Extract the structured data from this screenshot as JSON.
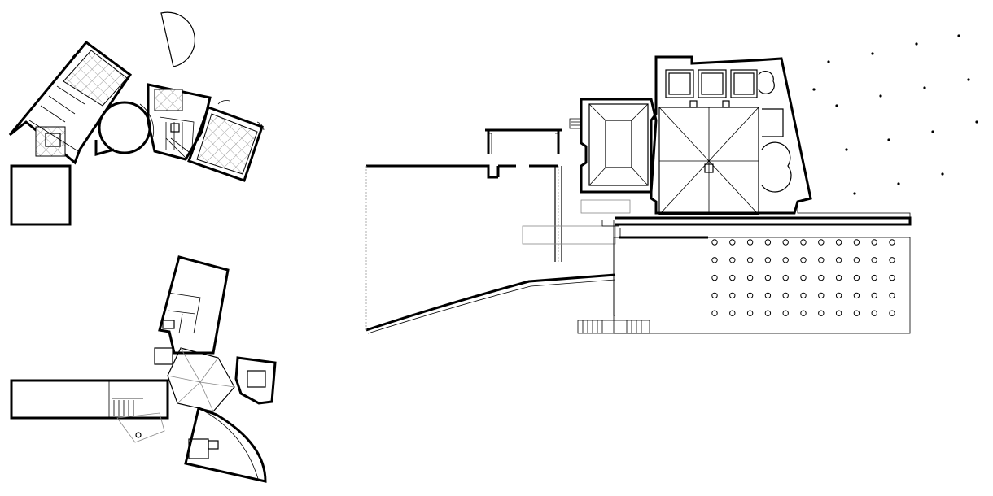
{
  "drawing": {
    "plans": [
      {
        "id": "upper-left-plan",
        "kind": "floor-plan"
      },
      {
        "id": "lower-left-plan",
        "kind": "floor-plan"
      },
      {
        "id": "site-plan",
        "kind": "site-plan"
      }
    ],
    "colonnade_grid": {
      "rows": 5,
      "cols": 11
    },
    "scattered_trees": 16
  }
}
